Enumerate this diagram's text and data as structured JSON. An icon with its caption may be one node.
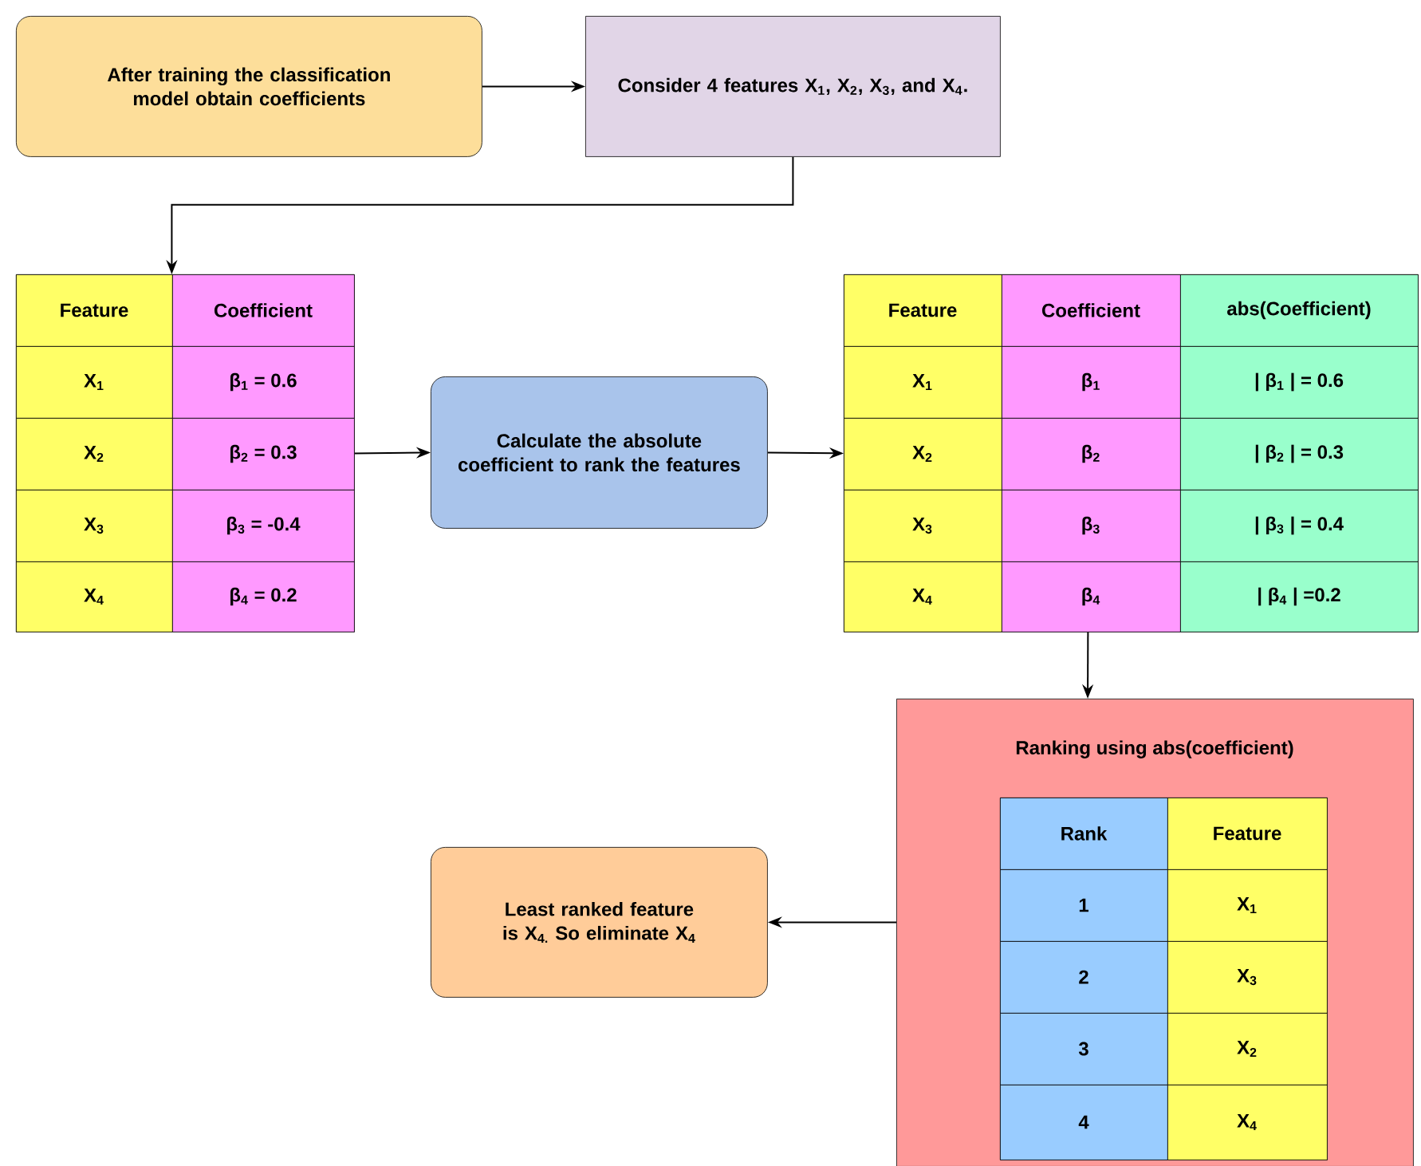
{
  "diagram": {
    "nodes": [
      {
        "text": [
          "After training the classification model obtain coefficients"
        ]
      },
      {
        "text": [
          "Consider 4 features X$_{1}$, X$_{2}$, X$_{3}$, and X$_{4}$."
        ]
      },
      {
        "text": [],
        "shape": "box"
      },
      {
        "text": [
          "Feature"
        ],
        "in": 2
      },
      {
        "text": [
          "Coefficient"
        ],
        "in": 2
      },
      {
        "text": [
          "X$_{1}$"
        ],
        "in": 2
      },
      {
        "text": [
          "β$_{1}$ = 0.6"
        ],
        "in": 2
      },
      {
        "text": [
          "X$_{2}$"
        ],
        "in": 2
      },
      {
        "text": [
          "β$_{2}$ = 0.3"
        ],
        "in": 2
      },
      {
        "text": [
          "X$_{3}$"
        ],
        "in": 2
      },
      {
        "text": [
          "β$_{3}$ = -0.4"
        ],
        "in": 2
      },
      {
        "text": [
          "X$_{4}$"
        ],
        "in": 2
      },
      {
        "text": [
          "β$_{4}$ = 0.2"
        ],
        "in": 2
      },
      {
        "text": [
          "Calculate the absolute coefficient to rank the features"
        ]
      },
      {
        "text": [],
        "shape": "box"
      },
      {
        "text": [
          "Feature"
        ],
        "in": 14
      },
      {
        "text": [
          "Coefficient"
        ],
        "in": 14
      },
      {
        "text": [
          "abs(Coefficient)"
        ],
        "in": 14
      },
      {
        "text": [
          "X$_{1}$"
        ],
        "in": 14
      },
      {
        "text": [
          "β$_{1}$"
        ],
        "in": 14
      },
      {
        "text": [
          "| β$_{1}$ | = 0.6"
        ],
        "in": 14
      },
      {
        "text": [
          "X$_{2}$"
        ],
        "in": 14
      },
      {
        "text": [
          "β$_{2}$"
        ],
        "in": 14
      },
      {
        "text": [
          "| β$_{2}$ | = 0.3"
        ],
        "in": 14
      },
      {
        "text": [
          "X$_{3}$"
        ],
        "in": 14
      },
      {
        "text": [
          "β$_{3}$"
        ],
        "in": 14
      },
      {
        "text": [
          "| β$_{3}$ | = 0.4"
        ],
        "in": 14
      },
      {
        "text": [
          "X$_{4}$"
        ],
        "in": 14
      },
      {
        "text": [
          "β$_{4}$"
        ],
        "in": 14
      },
      {
        "text": [
          "| β$_{4}$ | =0.2"
        ],
        "in": 14
      },
      {
        "text": [
          "Ranking using abs(coefficient)"
        ]
      },
      {
        "text": [],
        "shape": "box",
        "in": 30
      },
      {
        "text": [
          "Rank"
        ],
        "in": 31
      },
      {
        "text": [
          "Feature"
        ],
        "in": 31
      },
      {
        "text": [
          "1"
        ],
        "in": 31
      },
      {
        "text": [
          "X$_{1}$"
        ],
        "in": 31
      },
      {
        "text": [
          "2"
        ],
        "in": 31
      },
      {
        "text": [
          "X$_{3}$"
        ],
        "in": 31
      },
      {
        "text": [
          "3"
        ],
        "in": 31
      },
      {
        "text": [
          "X$_{2}$"
        ],
        "in": 31
      },
      {
        "text": [
          "4"
        ],
        "in": 31
      },
      {
        "text": [
          "X$_{4}$"
        ],
        "in": 31
      },
      {
        "text": [
          "Least ranked feature is X$_{4.}$ So eliminate X$_{4}$"
        ]
      }
    ],
    "edges": [
      {
        "from": 0,
        "to": 1,
        "arrow": "to"
      },
      {
        "from": 1,
        "to": 2,
        "arrow": "to"
      },
      {
        "from": 2,
        "to": 13,
        "arrow": "to"
      },
      {
        "from": 13,
        "to": 14,
        "arrow": "to"
      },
      {
        "from": 14,
        "to": 30,
        "arrow": "to"
      },
      {
        "from": 30,
        "to": 42,
        "arrow": "to"
      }
    ]
  }
}
